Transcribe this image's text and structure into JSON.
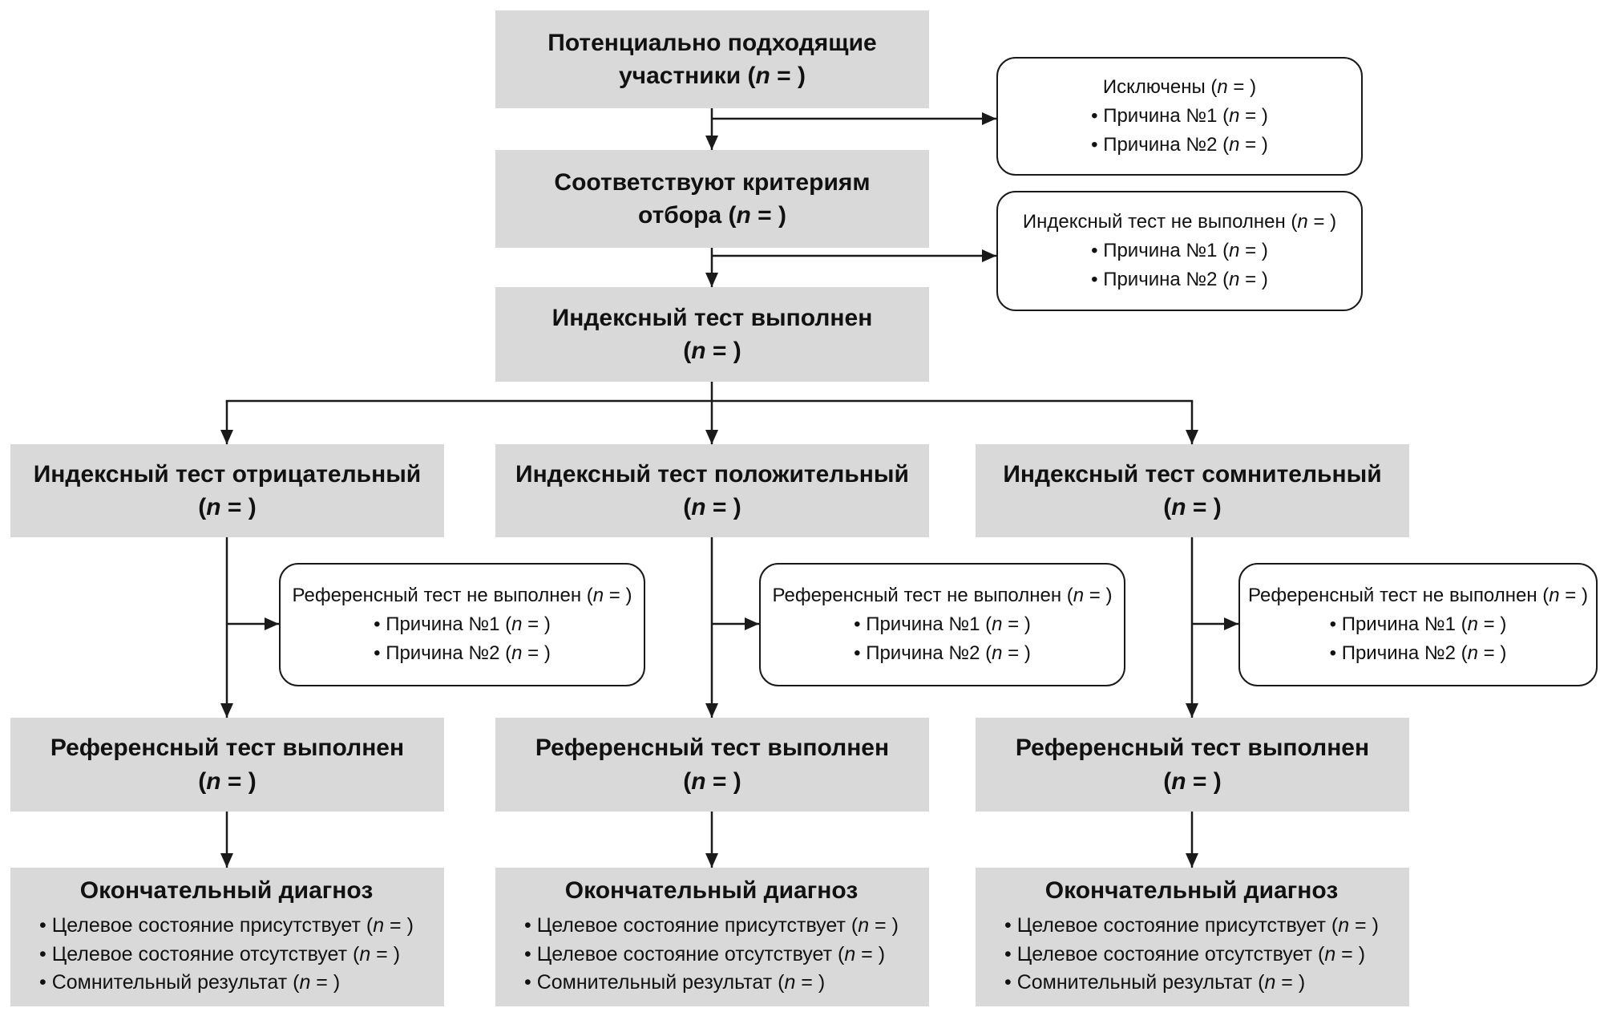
{
  "colors": {
    "box_fill": "#d9d9d9",
    "line": "#1a1a1a",
    "background": "#ffffff"
  },
  "flow": {
    "eligible": {
      "lines": [
        "Потенциально подходящие",
        "участники (n = )"
      ]
    },
    "excluded": {
      "title": "Исключены (n = )",
      "reasons": [
        "• Причина №1 (n = )",
        "• Причина №2 (n = )"
      ]
    },
    "criteria": {
      "lines": [
        "Соответствуют критериям",
        "отбора (n = )"
      ]
    },
    "index_not_performed": {
      "title": "Индексный тест не выполнен (n = )",
      "reasons": [
        "• Причина №1 (n = )",
        "• Причина №2 (n = )"
      ]
    },
    "index_performed": {
      "lines": [
        "Индексный тест выполнен",
        "(n = )"
      ]
    }
  },
  "columns": [
    {
      "id": "negative",
      "branch": {
        "lines": [
          "Индексный тест отрицательный",
          "(n = )"
        ]
      },
      "reference_not_performed": {
        "title": "Референсный тест не выполнен (n = )",
        "reasons": [
          "• Причина №1 (n = )",
          "• Причина №2 (n = )"
        ]
      },
      "reference_performed": {
        "lines": [
          "Референсный тест выполнен",
          "(n = )"
        ]
      },
      "final_diagnosis": {
        "title": "Окончательный диагноз",
        "items": [
          "• Целевое состояние присутствует (n = )",
          "• Целевое состояние отсутствует (n = )",
          "• Сомнительный результат (n = )"
        ]
      }
    },
    {
      "id": "positive",
      "branch": {
        "lines": [
          "Индексный тест положительный",
          "(n = )"
        ]
      },
      "reference_not_performed": {
        "title": "Референсный тест не выполнен (n = )",
        "reasons": [
          "• Причина №1 (n = )",
          "• Причина №2 (n = )"
        ]
      },
      "reference_performed": {
        "lines": [
          "Референсный тест выполнен",
          "(n = )"
        ]
      },
      "final_diagnosis": {
        "title": "Окончательный диагноз",
        "items": [
          "• Целевое состояние присутствует (n = )",
          "• Целевое состояние отсутствует (n = )",
          "• Сомнительный результат (n = )"
        ]
      }
    },
    {
      "id": "inconclusive",
      "branch": {
        "lines": [
          "Индексный тест сомнительный",
          "(n = )"
        ]
      },
      "reference_not_performed": {
        "title": "Референсный тест не выполнен (n = )",
        "reasons": [
          "• Причина №1 (n = )",
          "• Причина №2 (n = )"
        ]
      },
      "reference_performed": {
        "lines": [
          "Референсный тест выполнен",
          "(n = )"
        ]
      },
      "final_diagnosis": {
        "title": "Окончательный диагноз",
        "items": [
          "• Целевое состояние присутствует (n = )",
          "• Целевое состояние отсутствует (n = )",
          "• Сомнительный результат (n = )"
        ]
      }
    }
  ]
}
